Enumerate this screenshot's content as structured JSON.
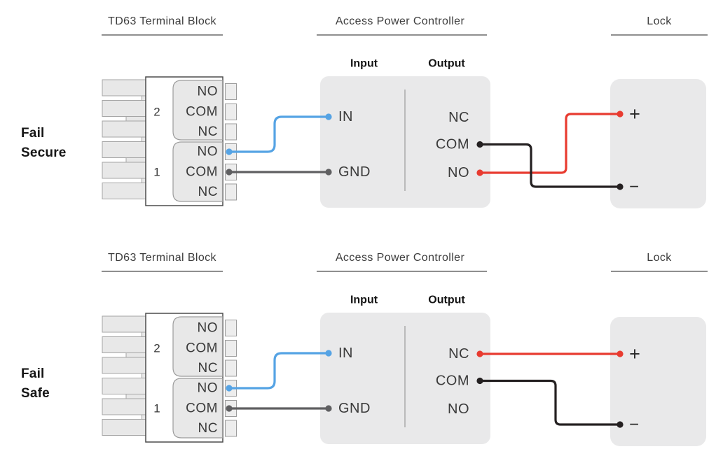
{
  "palette": {
    "wire_blue": "#55a3e4",
    "wire_red": "#e83b30",
    "wire_black": "#242021",
    "wire_gray": "#5f5f61",
    "box_fill": "#e9e9ea",
    "fin_fill": "#e8e8e8",
    "fin_stroke": "#a5a5a5",
    "body_fill": "#ffffff",
    "body_stroke": "#4c4c4c",
    "group_stroke": "#9c9c9c",
    "tab_fill": "#ededed",
    "tab_stroke": "#9c9c9c",
    "divider_stroke": "#8a8a8a",
    "underline": "#4c4c4c",
    "header_text": "#3d3d3d",
    "pin_text": "#3a3a3a",
    "bold_text": "#141414",
    "sign_text": "#2a2a2a"
  },
  "headers": {
    "terminal": "TD63 Terminal Block",
    "controller": "Access Power Controller",
    "lock": "Lock"
  },
  "controller": {
    "input_label": "Input",
    "output_label": "Output",
    "input_pins": [
      "IN",
      "GND"
    ],
    "output_pins": [
      "NC",
      "COM",
      "NO"
    ]
  },
  "terminal": {
    "relays": [
      {
        "number": "2",
        "pins": [
          "NO",
          "COM",
          "NC"
        ]
      },
      {
        "number": "1",
        "pins": [
          "NO",
          "COM",
          "NC"
        ]
      }
    ]
  },
  "lock": {
    "positive": "+",
    "negative": "−"
  },
  "sections": [
    {
      "id": "fail-secure",
      "title_lines": [
        "Fail",
        "Secure"
      ],
      "wires": [
        {
          "name": "relay1-no-to-in",
          "color": "blue",
          "from": "relay1_no",
          "to": "in"
        },
        {
          "name": "relay1-com-to-gnd",
          "color": "gray",
          "from": "relay1_com",
          "to": "gnd"
        },
        {
          "name": "output-no-to-positive",
          "color": "red",
          "from": "no",
          "to": "plus"
        },
        {
          "name": "output-com-to-negative",
          "color": "black",
          "from": "com",
          "to": "minus"
        }
      ]
    },
    {
      "id": "fail-safe",
      "title_lines": [
        "Fail",
        "Safe"
      ],
      "wires": [
        {
          "name": "relay1-no-to-in",
          "color": "blue",
          "from": "relay1_no",
          "to": "in"
        },
        {
          "name": "relay1-com-to-gnd",
          "color": "gray",
          "from": "relay1_com",
          "to": "gnd"
        },
        {
          "name": "output-nc-to-positive",
          "color": "red",
          "from": "nc",
          "to": "plus"
        },
        {
          "name": "output-com-to-negative",
          "color": "black",
          "from": "com",
          "to": "minus"
        }
      ]
    }
  ]
}
